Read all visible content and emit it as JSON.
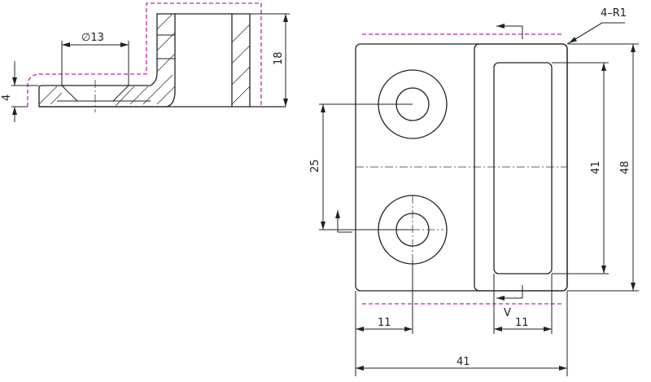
{
  "labels": {
    "dia13": "∅13",
    "dim18": "18",
    "dim4": "4",
    "r_note": "4–R1",
    "dim25": "25",
    "dim41_v": "41",
    "dim48": "48",
    "dim11_left": "11",
    "dim11_right": "11",
    "dim41_h": "41",
    "view_v": "V"
  },
  "colors": {
    "line": "#222222",
    "envelope": "#c020c0"
  }
}
